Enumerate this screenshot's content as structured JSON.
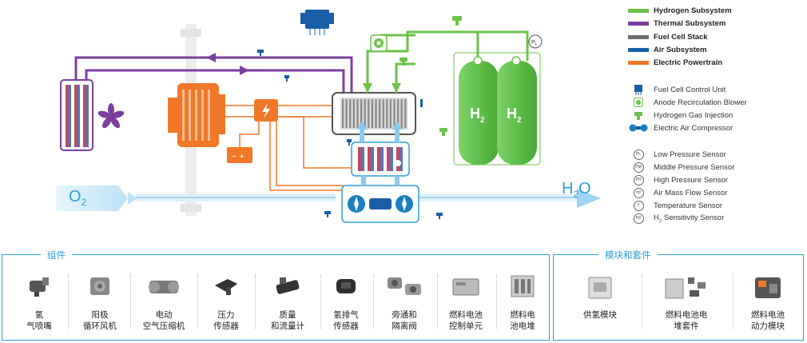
{
  "diagram": {
    "o2_label": "O",
    "o2_sub": "2",
    "h2o_label": "H",
    "h2o_sub": "2",
    "h2o_tail": "O",
    "tank_label": "H",
    "tank_sub": "2",
    "p_sensor_label": "P",
    "p_sensor_sub": "L"
  },
  "legend": {
    "subsystems": [
      {
        "label": "Hydrogen Subsystem",
        "color": "#6cc24a"
      },
      {
        "label": "Thermal Subsystem",
        "color": "#7b3fa0"
      },
      {
        "label": "Fuel Cell Stack",
        "color": "#6d6d6d"
      },
      {
        "label": "Air Subsystem",
        "color": "#1a5ea8"
      },
      {
        "label": "Electric Powertrain",
        "color": "#f07828"
      }
    ],
    "components": [
      {
        "label": "Fuel Cell Control Unit",
        "icon": "control-unit-icon"
      },
      {
        "label": "Anode Recirculation Blower",
        "icon": "blower-icon"
      },
      {
        "label": "Hydrogen Gas Injection",
        "icon": "injector-icon"
      },
      {
        "label": "Electric Air Compressor",
        "icon": "compressor-icon"
      }
    ],
    "sensors": [
      {
        "label": "Low Pressure Sensor",
        "symbol": "PL"
      },
      {
        "label": "Middle Pressure Sensor",
        "symbol": "PM"
      },
      {
        "label": "High Pressure Sensor",
        "symbol": "PH"
      },
      {
        "label": "Air Mass Flow Sensor",
        "symbol": "mf"
      },
      {
        "label": "Temperature Sensor",
        "symbol": "T"
      },
      {
        "label": "Sensitivity Sensor",
        "symbol": "H2",
        "prefix": "H",
        "prefix_sub": "2"
      }
    ]
  },
  "components_panel": {
    "title": "组件",
    "items": [
      {
        "line1": "氢",
        "line2": "气喷嘴"
      },
      {
        "line1": "阳极",
        "line2": "循环风机"
      },
      {
        "line1": "电动",
        "line2": "空气压缩机"
      },
      {
        "line1": "压力",
        "line2": "传感器"
      },
      {
        "line1": "质量",
        "line2": "和流量计"
      },
      {
        "line1": "氢排气",
        "line2": "传感器"
      },
      {
        "line1": "旁通和",
        "line2": "隔离阀"
      },
      {
        "line1": "燃料电池",
        "line2": "控制单元"
      },
      {
        "line1": "燃料电",
        "line2": "池电堆"
      }
    ]
  },
  "modules_panel": {
    "title": "模块和套件",
    "items": [
      {
        "line1": "供氢模块",
        "line2": ""
      },
      {
        "line1": "燃料电池电",
        "line2": "堆套件"
      },
      {
        "line1": "燃料电池",
        "line2": "动力模块"
      }
    ]
  }
}
